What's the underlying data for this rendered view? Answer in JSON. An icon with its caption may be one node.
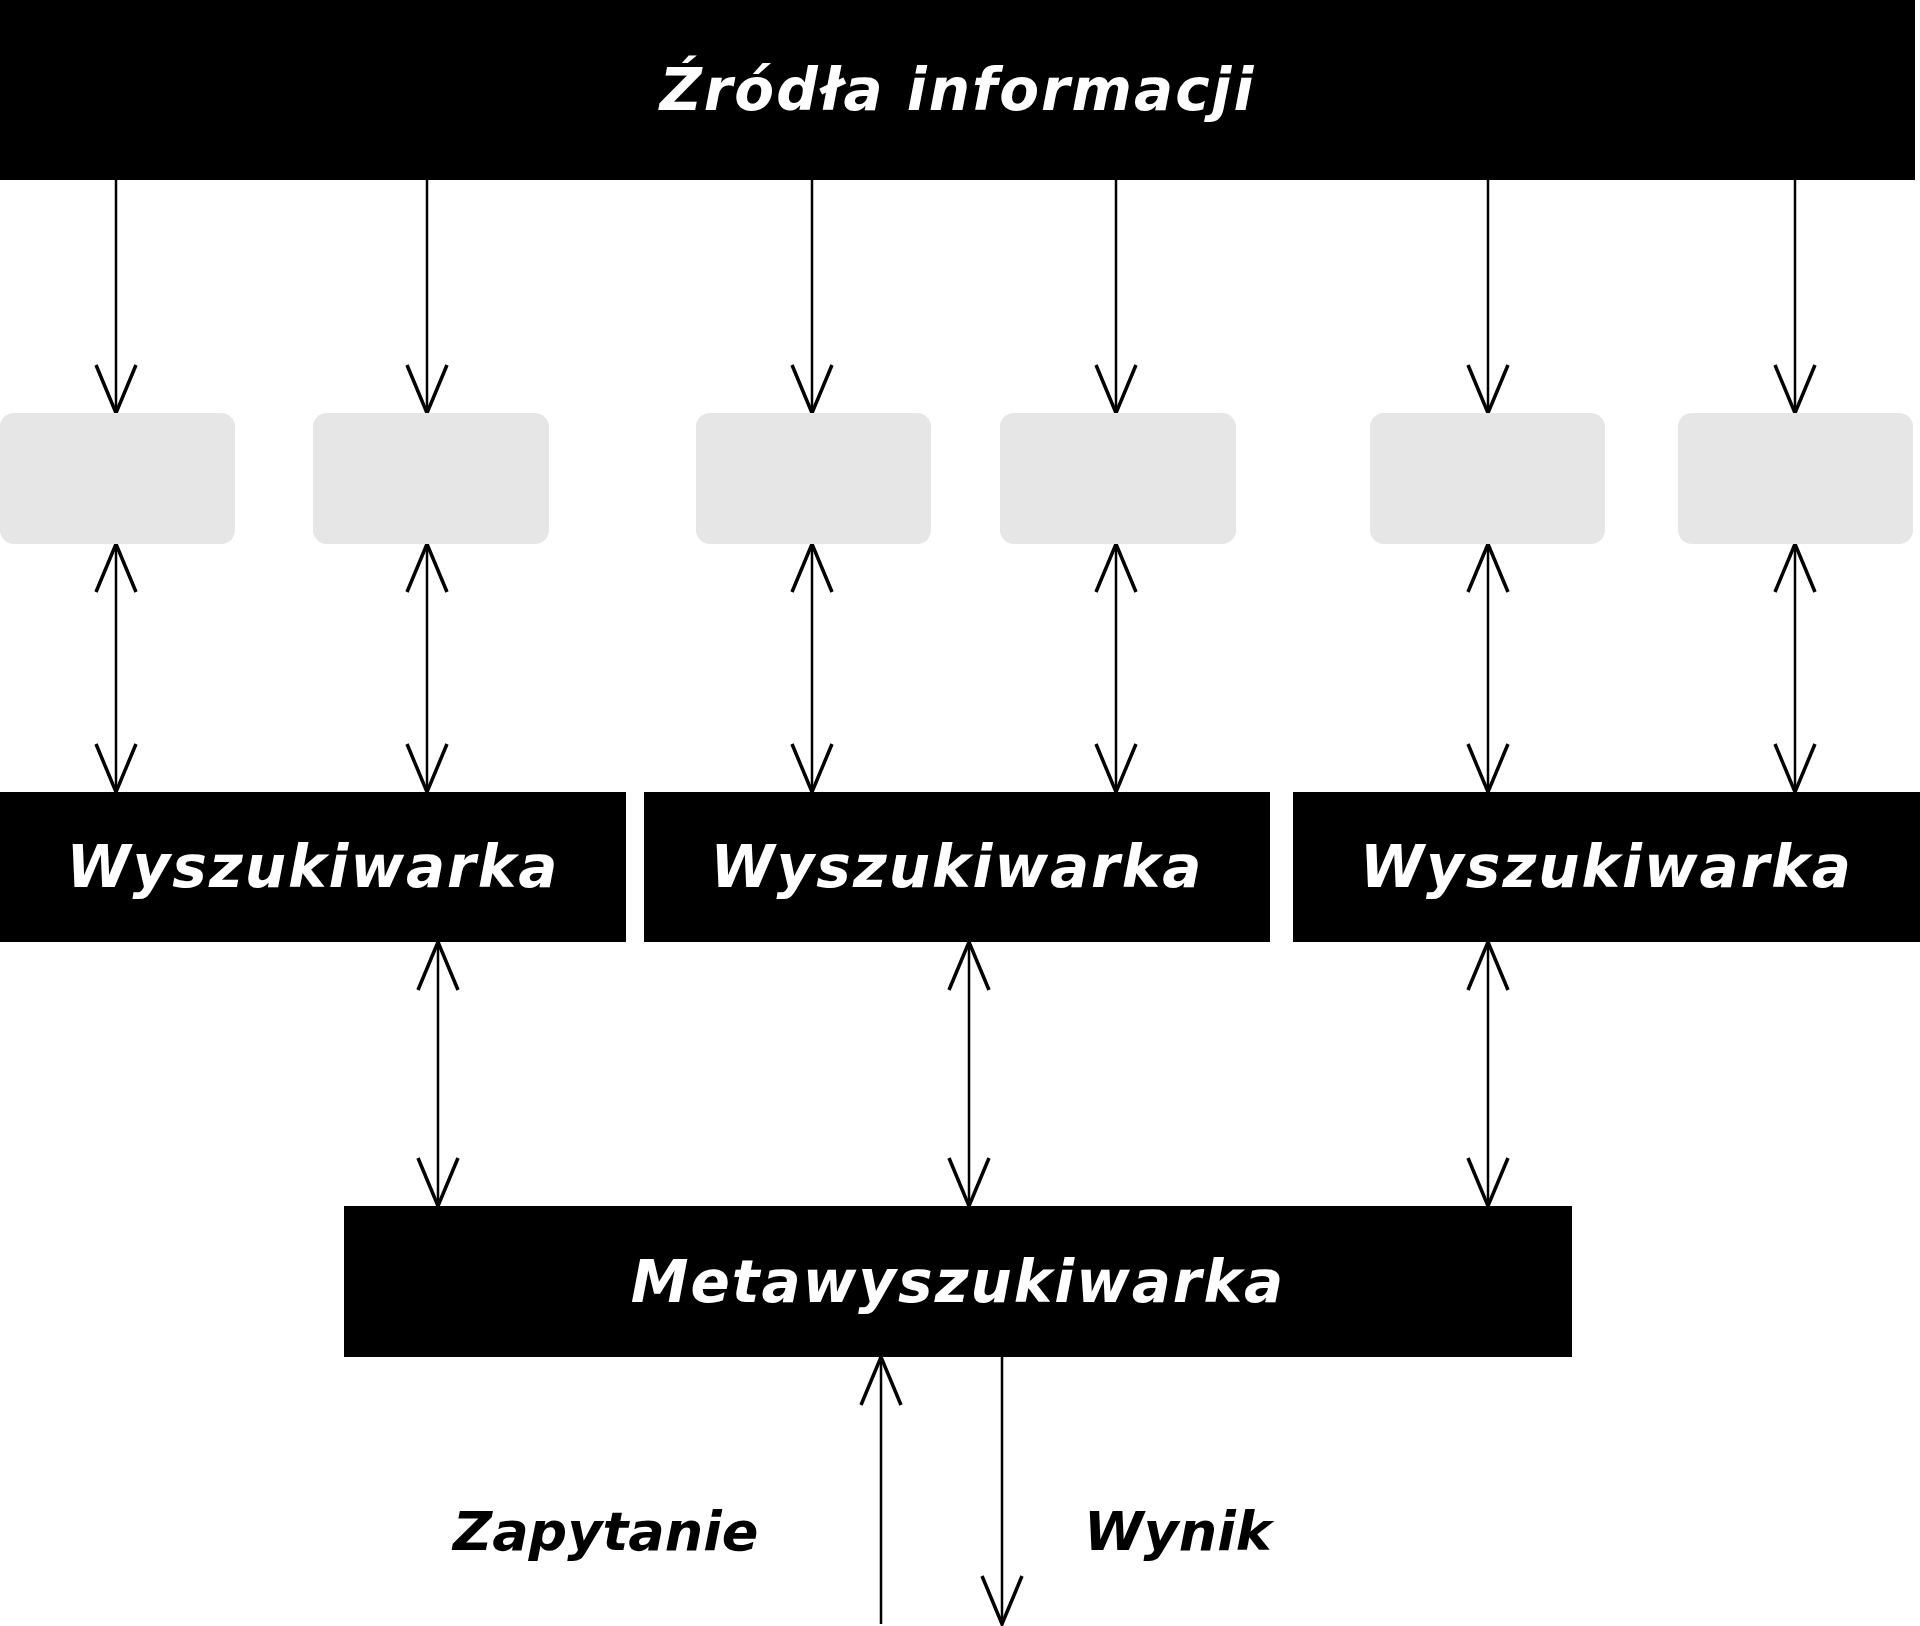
{
  "diagram": {
    "nodes": [
      {
        "text": [
          "Źródła informacji"
        ]
      },
      {
        "text": [],
        "shape": "box"
      },
      {
        "text": [],
        "shape": "box"
      },
      {
        "text": [],
        "shape": "box"
      },
      {
        "text": [],
        "shape": "box"
      },
      {
        "text": [],
        "shape": "box"
      },
      {
        "text": [],
        "shape": "box"
      },
      {
        "text": [
          "Wyszukiwarka"
        ]
      },
      {
        "text": [
          "Wyszukiwarka"
        ]
      },
      {
        "text": [
          "Wyszukiwarka"
        ]
      },
      {
        "text": [
          "Metawyszukiwarka"
        ]
      }
    ],
    "edges": [
      {
        "from": 0,
        "to": 1,
        "arrow": "to"
      },
      {
        "from": 0,
        "to": 2,
        "arrow": "to"
      },
      {
        "from": 0,
        "to": 3,
        "arrow": "to"
      },
      {
        "from": 0,
        "to": 4,
        "arrow": "to"
      },
      {
        "from": 0,
        "to": 5,
        "arrow": "to"
      },
      {
        "from": 0,
        "to": 6,
        "arrow": "to"
      },
      {
        "from": 1,
        "to": 7,
        "arrow": "both"
      },
      {
        "from": 2,
        "to": 7,
        "arrow": "both"
      },
      {
        "from": 3,
        "to": 8,
        "arrow": "both"
      },
      {
        "from": 4,
        "to": 8,
        "arrow": "both"
      },
      {
        "from": 5,
        "to": 9,
        "arrow": "both"
      },
      {
        "from": 6,
        "to": 9,
        "arrow": "both"
      },
      {
        "from": 7,
        "to": 10,
        "arrow": "both"
      },
      {
        "from": 8,
        "to": 10,
        "arrow": "both"
      },
      {
        "from": 9,
        "to": 10,
        "arrow": "both"
      },
      {
        "from": null,
        "to": 10,
        "arrow": "to",
        "label": "Zapytanie"
      },
      {
        "from": 10,
        "to": null,
        "arrow": "to",
        "label": "Wynik"
      }
    ]
  }
}
